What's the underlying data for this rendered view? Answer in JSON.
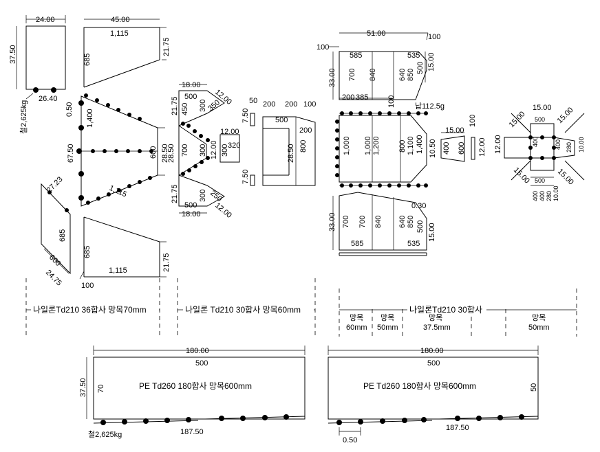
{
  "left": {
    "top_box": {
      "w": "24.00",
      "h": "37.50",
      "bottom": "26.40",
      "iron": "철2,625kg"
    },
    "top_trap": {
      "w": "45.00",
      "top": "1,115",
      "left": "685",
      "right": "21.75"
    },
    "main": {
      "a": "0.50",
      "b": "1,400",
      "c": "67.50",
      "d": "600",
      "e": "1,115",
      "f": "28.50"
    },
    "side": {
      "a": "27.23",
      "b": "685",
      "c": "600",
      "d": "24.75"
    },
    "bot_trap": {
      "left": "685",
      "bottom": "1,115",
      "right": "21.75",
      "mark": "100"
    },
    "label": "나일론Td210 36합사 망목70mm"
  },
  "mid": {
    "top": {
      "w": "18.00",
      "h": "21.75",
      "a": "500",
      "b": "450",
      "c": "300",
      "d": "350",
      "e": "12.00"
    },
    "center": {
      "a": "700",
      "b": "28.50",
      "c": "300",
      "d": "12.00",
      "e": "320",
      "f": "12.00",
      "g": "300"
    },
    "bot": {
      "h": "21.75",
      "a": "500",
      "b": "300",
      "c": "250",
      "w": "18.00",
      "e": "12.00"
    },
    "label": "나일론 Td210  30합사 망목60mm"
  },
  "funnel": {
    "a": "50",
    "b": "200",
    "c": "200",
    "d": "100",
    "e": "7.50",
    "f": "500",
    "g": "200",
    "h": "28.50",
    "i": "800",
    "j": "7.50"
  },
  "right": {
    "top": {
      "w": "51.00",
      "mark_l": "100",
      "mark_r": "100",
      "a": "585",
      "b": "535",
      "h": "33.00",
      "c": "700",
      "d": "840",
      "e": "640",
      "f": "850",
      "g": "500",
      "i": "15.00",
      "j": "200",
      "k": "385",
      "l": "100"
    },
    "lead": "납112.5g",
    "mid": {
      "a": "1,000",
      "b": "1,000",
      "c": "1,200",
      "d": "800",
      "e": "1,100",
      "f": "1,400",
      "g": "10.50",
      "h": "0.30"
    },
    "small": {
      "a": "15.00",
      "b": "400",
      "c": "600",
      "d": "100",
      "e": "12.00"
    },
    "bot": {
      "h": "33.00",
      "a": "700",
      "b": "700",
      "c": "840",
      "d": "640",
      "e": "850",
      "f": "500",
      "g": "585",
      "i": "535",
      "j": "15.00"
    },
    "label": "나일론Td210  30합사",
    "cols": [
      {
        "l1": "망목",
        "l2": "60mm"
      },
      {
        "l1": "망목",
        "l2": "50mm"
      },
      {
        "l1": "망목",
        "l2": "37.5mm"
      },
      {
        "l1": "망목",
        "l2": "50mm"
      }
    ]
  },
  "cross": {
    "a": "15.00",
    "b": "15.00",
    "c": "15.00",
    "d": "15.00",
    "e": "15.00",
    "f": "500",
    "g": "400",
    "h": "400",
    "i": "280",
    "j": "10.00",
    "k": "500",
    "l": "400",
    "m": "400",
    "n": "280",
    "o": "10.00",
    "p": "12.00"
  },
  "pe_left": {
    "w": "180.00",
    "top": "500",
    "h": "37.50",
    "left": "70",
    "label": "PE Td260 180합사 망목600mm",
    "iron": "철2,625kg",
    "bottom": "187.50"
  },
  "pe_right": {
    "w": "180.00",
    "top": "500",
    "label": "PE Td260 180합사 망목600mm",
    "right": "50",
    "spacing": "0.50",
    "bottom": "187.50"
  }
}
